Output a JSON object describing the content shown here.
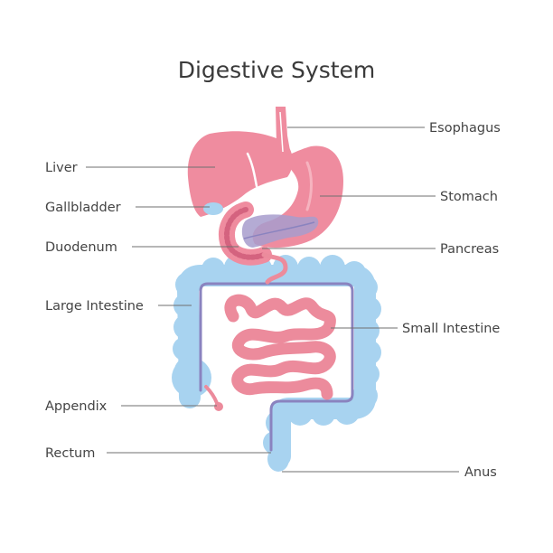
{
  "title": "Digestive System",
  "labels": {
    "esophagus": "Esophagus",
    "liver": "Liver",
    "stomach": "Stomach",
    "gallbladder": "Gallbladder",
    "duodenum": "Duodenum",
    "pancreas": "Pancreas",
    "large_intestine": "Large Intestine",
    "small_intestine": "Small Intestine",
    "appendix": "Appendix",
    "rectum": "Rectum",
    "anus": "Anus"
  },
  "colors": {
    "upper_organs": "#ef8c9f",
    "small_intestine": "#ec8b9c",
    "large_intestine": "#a8d3f0",
    "inner_line": "#8a83bf",
    "pancreas": "#a79ccc",
    "text": "#444444",
    "leader_line": "#6f6f6f"
  }
}
